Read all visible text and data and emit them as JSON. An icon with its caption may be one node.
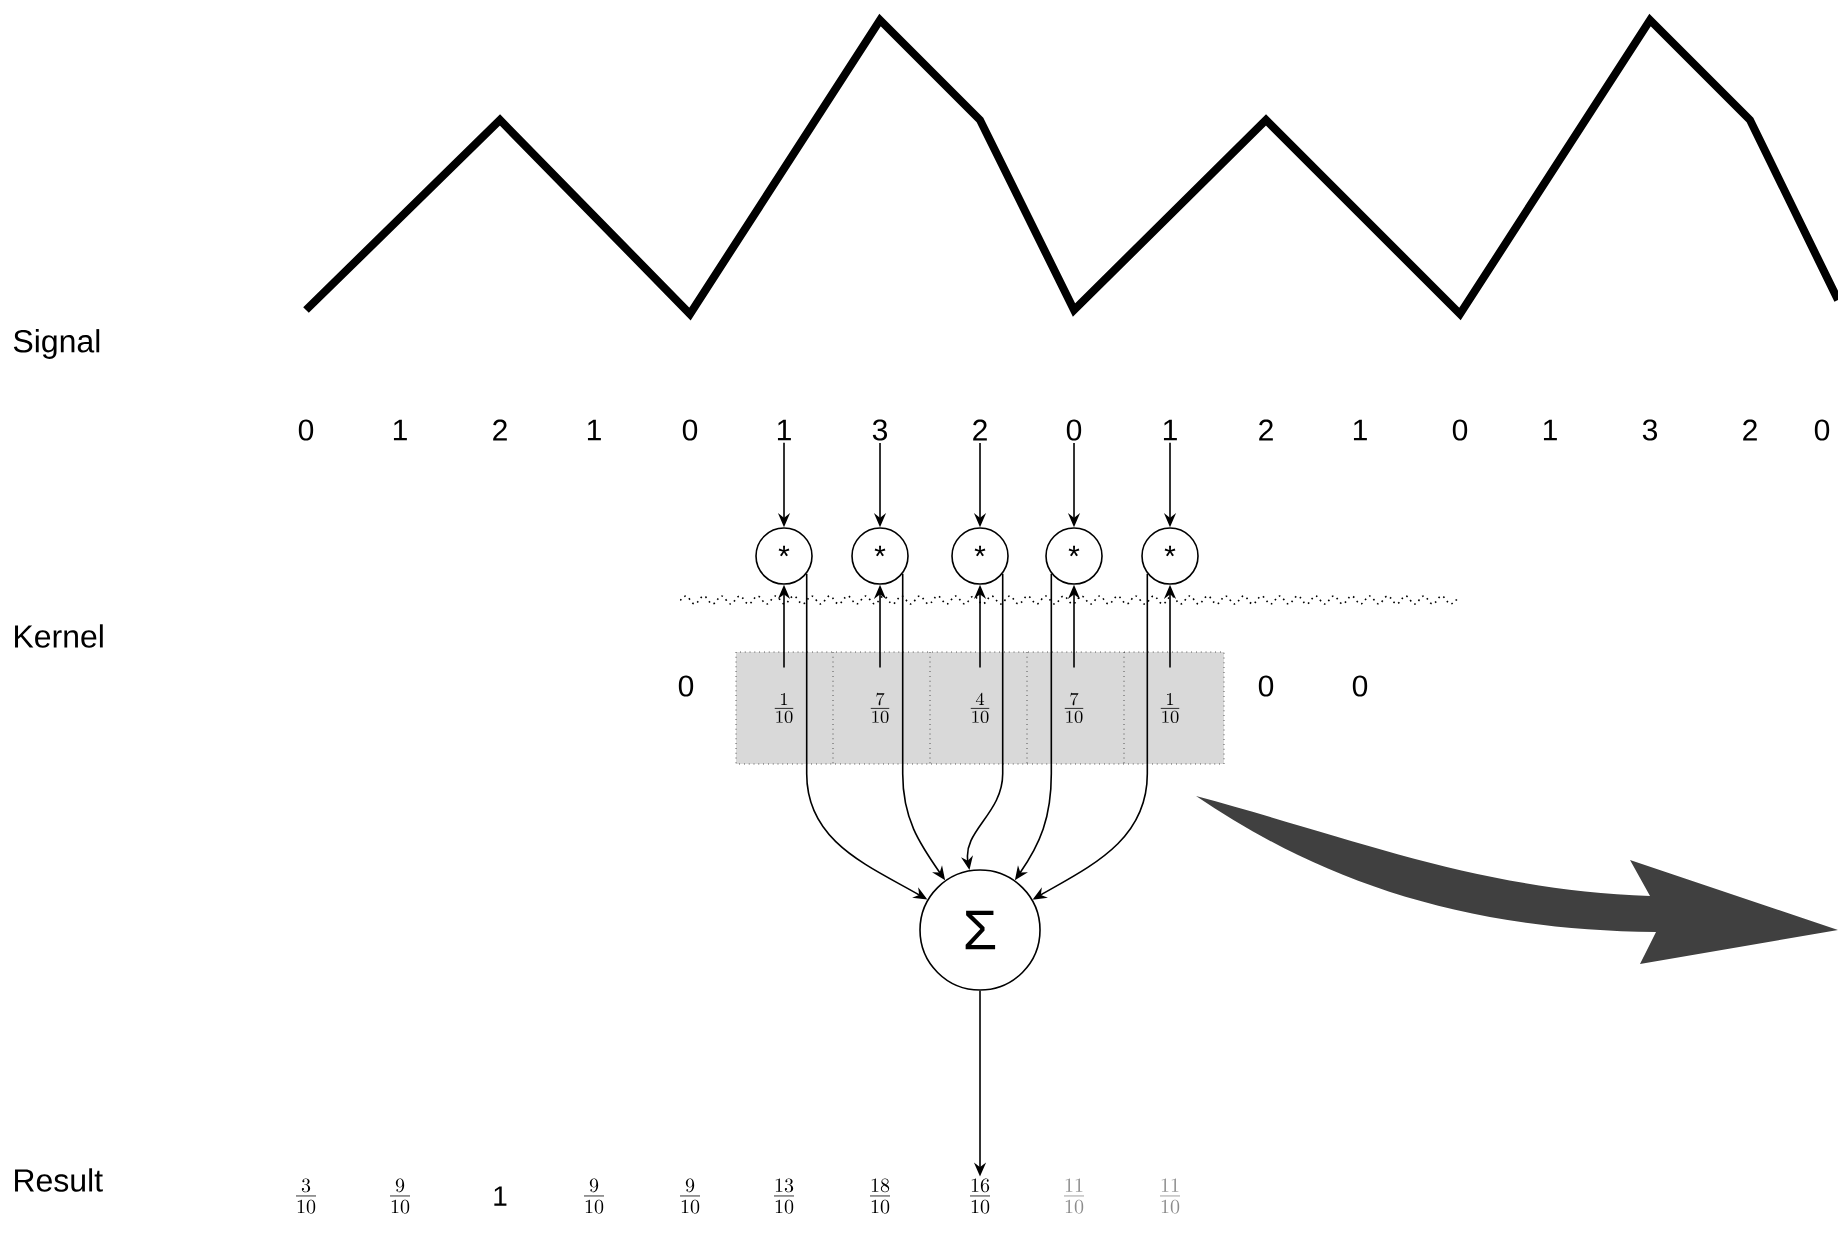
{
  "diagram": {
    "nodes": [
      {
        "text": [
          "0"
        ]
      },
      {
        "text": [
          "1"
        ]
      },
      {
        "text": [
          "2"
        ]
      },
      {
        "text": [
          "1"
        ]
      },
      {
        "text": [
          "0"
        ]
      },
      {
        "text": [
          "1"
        ]
      },
      {
        "text": [
          "3"
        ]
      },
      {
        "text": [
          "2"
        ]
      },
      {
        "text": [
          "0"
        ]
      },
      {
        "text": [
          "1"
        ]
      },
      {
        "text": [
          "2"
        ]
      },
      {
        "text": [
          "1"
        ]
      },
      {
        "text": [
          "0"
        ]
      },
      {
        "text": [
          "1"
        ]
      },
      {
        "text": [
          "3"
        ]
      },
      {
        "text": [
          "2"
        ]
      },
      {
        "text": [
          "0"
        ]
      },
      {
        "text": [
          "*"
        ]
      },
      {
        "text": [
          "*"
        ]
      },
      {
        "text": [
          "*"
        ]
      },
      {
        "text": [
          "*"
        ]
      },
      {
        "text": [
          "*"
        ]
      },
      {
        "text": [
          "\\frac{1}{10}"
        ]
      },
      {
        "text": [
          "\\frac{7}{10}"
        ]
      },
      {
        "text": [
          "\\frac{4}{10}"
        ]
      },
      {
        "text": [
          "\\frac{7}{10}"
        ]
      },
      {
        "text": [
          "\\frac{1}{10}"
        ]
      },
      {
        "text": [
          "Σ"
        ]
      },
      {
        "text": [
          "\\frac{3}{10}"
        ]
      },
      {
        "text": [
          "\\frac{9}{10}"
        ]
      },
      {
        "text": [
          "1"
        ]
      },
      {
        "text": [
          "\\frac{9}{10}"
        ]
      },
      {
        "text": [
          "\\frac{9}{10}"
        ]
      },
      {
        "text": [
          "\\frac{13}{10}"
        ]
      },
      {
        "text": [
          "\\frac{18}{10}"
        ]
      },
      {
        "text": [
          "\\frac{16}{10}"
        ]
      },
      {
        "text": [
          "\\frac{11}{10}"
        ]
      },
      {
        "text": [
          "\\frac{11}{10}"
        ]
      }
    ],
    "edges": [
      {
        "from": 5,
        "to": 17,
        "arrow": "to"
      },
      {
        "from": 6,
        "to": 18,
        "arrow": "to"
      },
      {
        "from": 7,
        "to": 19,
        "arrow": "to"
      },
      {
        "from": 8,
        "to": 20,
        "arrow": "to"
      },
      {
        "from": 9,
        "to": 21,
        "arrow": "to"
      },
      {
        "from": 22,
        "to": 17,
        "arrow": "to"
      },
      {
        "from": 23,
        "to": 18,
        "arrow": "to"
      },
      {
        "from": 24,
        "to": 19,
        "arrow": "to"
      },
      {
        "from": 25,
        "to": 20,
        "arrow": "to"
      },
      {
        "from": 26,
        "to": 21,
        "arrow": "to"
      },
      {
        "from": 17,
        "to": 27,
        "arrow": "to"
      },
      {
        "from": 18,
        "to": 27,
        "arrow": "to"
      },
      {
        "from": 19,
        "to": 27,
        "arrow": "to"
      },
      {
        "from": 20,
        "to": 27,
        "arrow": "to"
      },
      {
        "from": 21,
        "to": 27,
        "arrow": "to"
      },
      {
        "from": 27,
        "to": 35,
        "arrow": "to"
      }
    ],
    "labels": [
      "Signal",
      "Kernel",
      "0",
      "0",
      "0",
      "Result"
    ]
  }
}
